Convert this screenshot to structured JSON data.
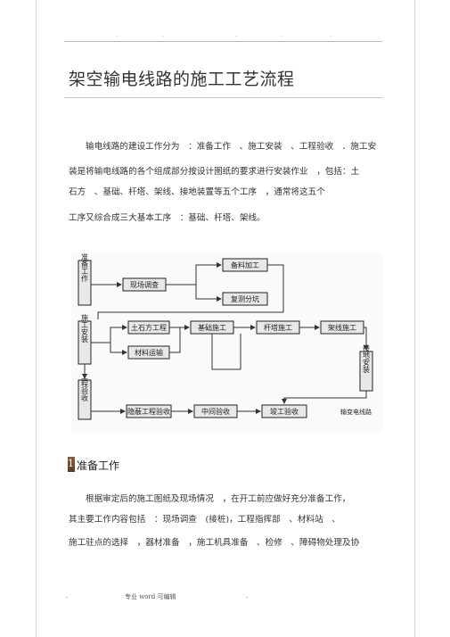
{
  "header": {
    "dots": [
      ".",
      ".",
      ".",
      ".",
      "."
    ]
  },
  "title": "架空输电线路的施工工艺流程",
  "intro": {
    "line1": "输电线路的建设工作分为　：准备工作　、施工安装　、工程验收　．施工安",
    "line2": "装是将输电线路的各个组成部分按设计图纸的要求进行安装作业　，包括：土",
    "line3": "石方　、基础、杆塔、架线、接地装置等五个工序　，通常将这五个",
    "line4": "工序又综合成三大基本工序　：基础、杆塔、架线。"
  },
  "flowchart": {
    "side": {
      "prep": "准备工作",
      "install": "施工安装",
      "accept": "工程验收"
    },
    "nodes": {
      "survey": "现场调查",
      "material_processing": "备料加工",
      "review_drawings": "复测分坑",
      "earth_work": "土石方工程",
      "material_transport": "材料运输",
      "foundation": "基础施工",
      "tower": "杆塔施工",
      "stringing": "架线施工",
      "grounding": "接地安装",
      "hidden_accept": "隐蔽工程验收",
      "mid_accept": "中间验收",
      "final_accept": "竣工验收"
    },
    "watermark": "输变电线路"
  },
  "section": {
    "number": "1",
    "title": "准备工作"
  },
  "body": {
    "line1": "根据审定后的施工图纸及现场情况　，在开工前应做好充分准备工作，",
    "line2": "其主要工作内容包括　：现场调查　(接桩)，工程指挥部　、材料站　、",
    "line3": "施工驻点的选择　，器材准备　，施工机具准备　、检修　、障碍物处理及协"
  },
  "footer": {
    "left_dot": ".",
    "center": "专业 word 可编辑",
    "right_dot": "."
  }
}
